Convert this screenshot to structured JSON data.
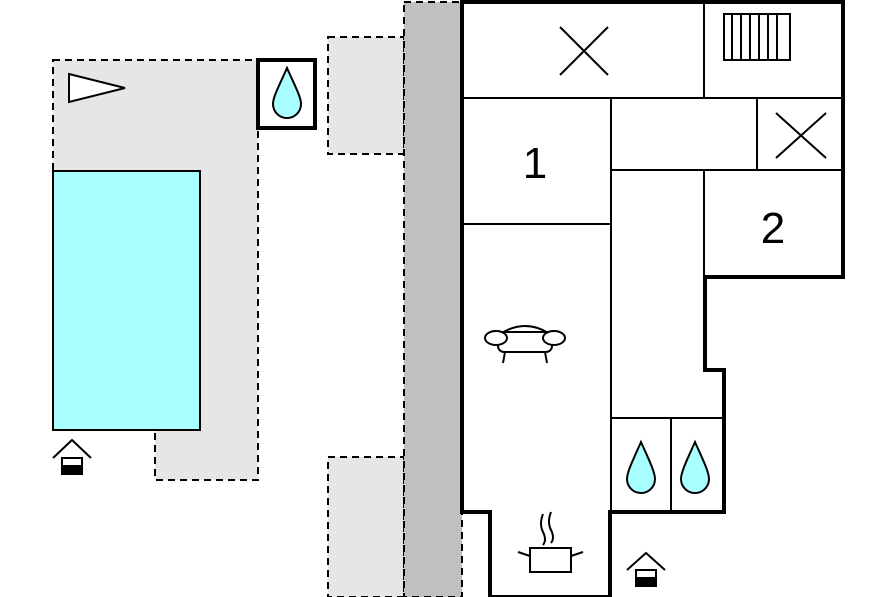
{
  "rooms": [
    {
      "id": "bedroom-1",
      "label": "1"
    },
    {
      "id": "bedroom-2",
      "label": "2"
    }
  ],
  "colors": {
    "wall": "#000000",
    "terrace": "#e6e6e6",
    "terrace_dark": "#c0c0c0",
    "pool": "#a9feff",
    "water_drop": "#a9feff",
    "background": "#ffffff"
  },
  "icons": [
    "x-mark-icon",
    "radiator-icon",
    "sofa-icon",
    "cooking-pot-icon",
    "water-drop-icon",
    "entrance-house-icon",
    "triangle-marker-icon"
  ]
}
